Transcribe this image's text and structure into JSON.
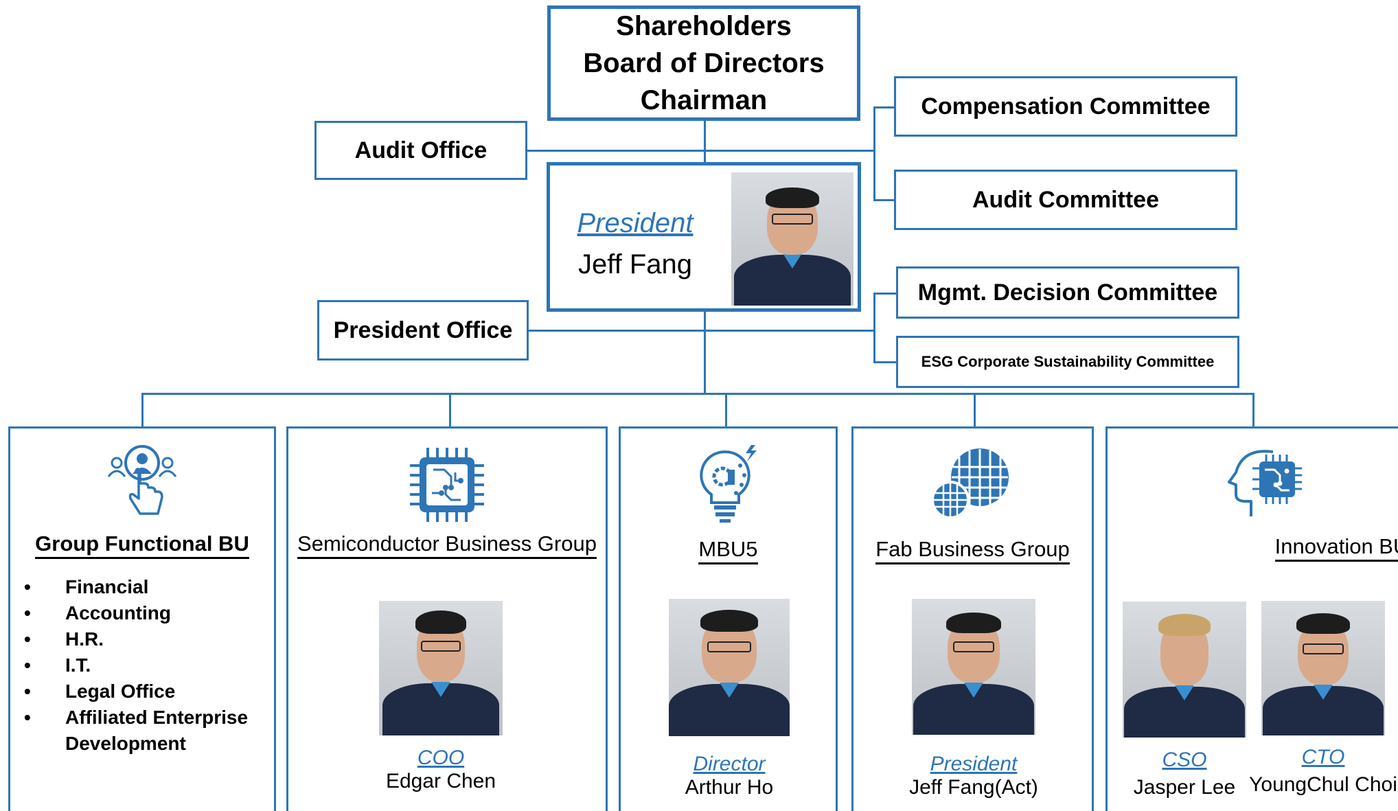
{
  "top": {
    "lines": [
      "Shareholders",
      "Board of Directors",
      "Chairman"
    ]
  },
  "audit_office": "Audit Office",
  "president_office": "President Office",
  "president": {
    "title": "President",
    "name": "Jeff Fang"
  },
  "committees": [
    "Compensation Committee",
    "Audit Committee",
    "Mgmt. Decision Committee",
    "ESG Corporate Sustainability Committee"
  ],
  "business_units": [
    {
      "title": "Group Functional BU",
      "icon": "people-touch-icon",
      "functions": [
        "Financial",
        "Accounting",
        "H.R.",
        "I.T.",
        "Legal Office",
        "Affiliated Enterprise Development"
      ]
    },
    {
      "title": "Semiconductor Business Group",
      "icon": "chip-icon",
      "people": [
        {
          "role": "COO",
          "name": "Edgar Chen"
        }
      ]
    },
    {
      "title": "MBU5",
      "icon": "lightbulb-gear-icon",
      "people": [
        {
          "role": "Director",
          "name": "Arthur Ho"
        }
      ]
    },
    {
      "title": "Fab Business Group",
      "icon": "wafer-icon",
      "people": [
        {
          "role": "President",
          "name": "Jeff Fang(Act)"
        }
      ]
    },
    {
      "title": "Innovation BU",
      "icon": "ai-head-icon",
      "people": [
        {
          "role": "CSO",
          "name": "Jasper Lee"
        },
        {
          "role": "CTO",
          "name": "YoungChul Choi"
        }
      ]
    }
  ],
  "colors": {
    "accent": "#2e75b6"
  }
}
